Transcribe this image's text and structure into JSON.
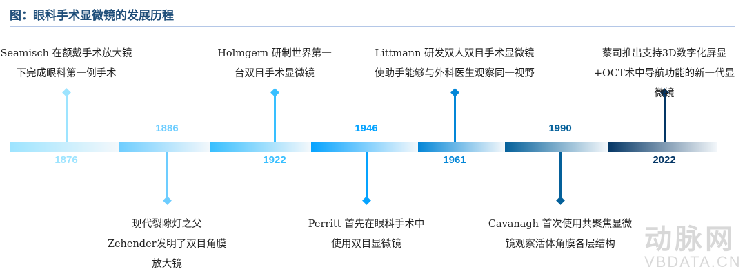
{
  "title": "图：眼科手术显微镜的发展历程",
  "events": [
    {
      "year": "1876",
      "lines": [
        "Seamisch 在额戴手术放大镜",
        "下完成眼科第一例手术"
      ],
      "color": "#9de4ff"
    },
    {
      "year": "1886",
      "lines": [
        "现代裂隙灯之父",
        "Zehender发明了双目角膜",
        "放大镜"
      ],
      "color": "#6dcdff"
    },
    {
      "year": "1922",
      "lines": [
        "Holmgern 研制世界第一",
        "台双目手术显微镜"
      ],
      "color": "#38bfff"
    },
    {
      "year": "1946",
      "lines": [
        "Perritt 首先在眼科手术中",
        "使用双目显微镜"
      ],
      "color": "#05a3ff"
    },
    {
      "year": "1961",
      "lines": [
        "Littmann 研发双人双目手术显微镜",
        "使助手能够与外科医生观察同一视野"
      ],
      "color": "#0386d7"
    },
    {
      "year": "1990",
      "lines": [
        "Cavanagh 首次使用共聚焦显微",
        "镜观察活体角膜各层结构"
      ],
      "color": "#04609a"
    },
    {
      "year": "2022",
      "lines": [
        "蔡司推出支持3D数字化屏显",
        "+OCT术中导航功能的新一代显",
        "微镜"
      ],
      "color": "#043665"
    }
  ],
  "watermark": {
    "logo": "动脉网",
    "url": "VBDATA.CN"
  }
}
